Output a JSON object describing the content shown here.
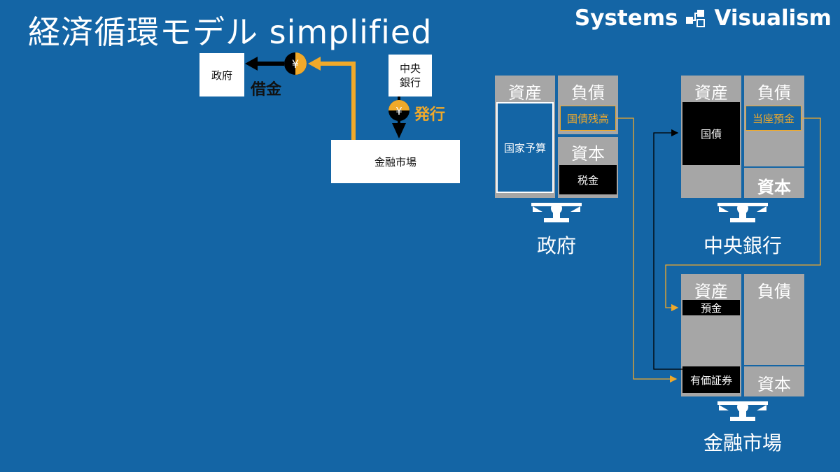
{
  "title": "経済循環モデル simplified",
  "brand": {
    "left": "Systems",
    "right": "Visualism"
  },
  "flow": {
    "government_box": "政府",
    "central_bank_box": "中央\n銀行",
    "market_box": "金融市場",
    "borrow_label": "借金",
    "issue_label": "発行",
    "yen_symbol": "¥"
  },
  "sheets": {
    "government": {
      "name": "政府",
      "assets_header": "資産",
      "liab_header": "負債",
      "equity_header": "資本",
      "assets": [
        "国家予算"
      ],
      "liabilities": [
        "国債残高"
      ],
      "equity": [
        "税金"
      ]
    },
    "central_bank": {
      "name": "中央銀行",
      "assets_header": "資産",
      "liab_header": "負債",
      "equity_header": "資本",
      "assets": [
        "国債"
      ],
      "liabilities": [
        "当座預金"
      ]
    },
    "market": {
      "name": "金融市場",
      "assets_header": "資産",
      "liab_header": "負債",
      "equity_header": "資本",
      "assets": [
        "預金",
        "有価証券"
      ]
    }
  },
  "colors": {
    "background": "#1465a5",
    "accent": "#f0a92a",
    "sheet_gray": "#a6a6a6",
    "black": "#000000",
    "white": "#ffffff"
  }
}
